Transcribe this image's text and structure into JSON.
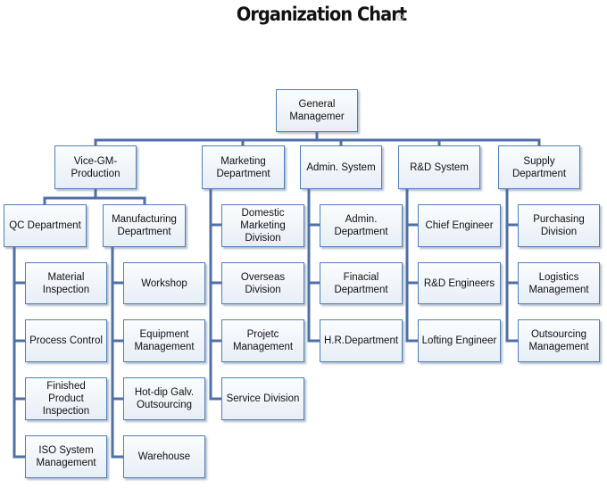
{
  "title": "Organization Chart",
  "colors": {
    "line": "#4f6fa5",
    "box_border": "#4f7fb7"
  },
  "nodes": {
    "root": "General Managemer",
    "vgm": "Vice-GM-Production",
    "mkt": "Marketing Department",
    "adm": "Admin. System",
    "rnd": "R&D System",
    "sup": "Supply Department",
    "qc": "QC Department",
    "mfg": "Manufacturing Department",
    "qc1": "Material Inspection",
    "qc2": "Process Control",
    "qc3": "Finished Product Inspection",
    "qc4": "ISO System Management",
    "mf1": "Workshop",
    "mf2": "Equipment Management",
    "mf3": "Hot-dip Galv. Outsourcing",
    "mf4": "Warehouse",
    "mk1": "Domestic Marketing Division",
    "mk2": "Overseas Division",
    "mk3": "Projetc Management",
    "mk4": "Service Division",
    "ad1": "Admin. Department",
    "ad2": "Finacial Department",
    "ad3": "H.R.Department",
    "rd1": "Chief Engineer",
    "rd2": "R&D Engineers",
    "rd3": "Lofting Engineer",
    "sp1": "Purchasing Division",
    "sp2": "Logistics Management",
    "sp3": "Outsourcing Management"
  }
}
